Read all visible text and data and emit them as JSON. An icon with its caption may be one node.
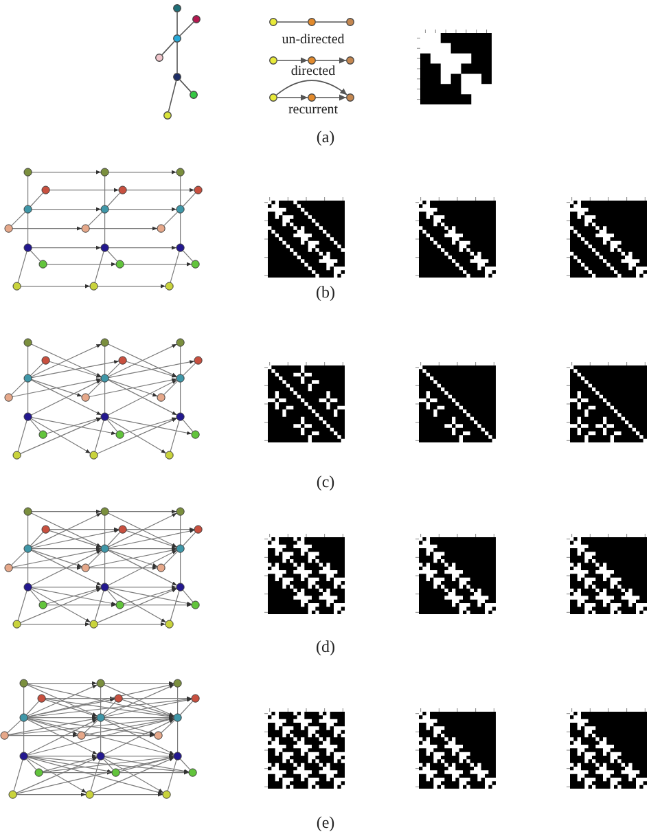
{
  "diagram": {
    "nodes": [
      {
        "text": [],
        "shape": "circle"
      },
      {
        "text": [],
        "shape": "circle"
      },
      {
        "text": [],
        "shape": "circle"
      },
      {
        "text": [],
        "shape": "circle"
      },
      {
        "text": [],
        "shape": "circle"
      },
      {
        "text": [],
        "shape": "circle"
      },
      {
        "text": [],
        "shape": "circle"
      },
      {
        "text": [],
        "shape": "circle"
      },
      {
        "text": [],
        "shape": "circle"
      },
      {
        "text": [],
        "shape": "circle"
      },
      {
        "text": [],
        "shape": "circle"
      },
      {
        "text": [],
        "shape": "circle"
      },
      {
        "text": [],
        "shape": "circle"
      },
      {
        "text": [],
        "shape": "circle"
      },
      {
        "text": [],
        "shape": "circle"
      },
      {
        "text": [],
        "shape": "circle"
      }
    ],
    "edges": [
      {
        "from": 0,
        "to": 2,
        "arrow": "none"
      },
      {
        "from": 2,
        "to": 1,
        "arrow": "none"
      },
      {
        "from": 2,
        "to": 3,
        "arrow": "none"
      },
      {
        "from": 2,
        "to": 4,
        "arrow": "none"
      },
      {
        "from": 4,
        "to": 5,
        "arrow": "none"
      },
      {
        "from": 4,
        "to": 6,
        "arrow": "none"
      },
      {
        "from": 7,
        "to": 8,
        "arrow": "none"
      },
      {
        "from": 8,
        "to": 9,
        "arrow": "none"
      },
      {
        "from": 10,
        "to": 11,
        "arrow": "to"
      },
      {
        "from": 11,
        "to": 12,
        "arrow": "to"
      },
      {
        "from": 13,
        "to": 14,
        "arrow": "to"
      },
      {
        "from": 14,
        "to": 15,
        "arrow": "to"
      },
      {
        "from": 13,
        "to": 15,
        "arrow": "to"
      }
    ],
    "labels": [
      "un-directed",
      "directed",
      "recurrent",
      "(a)",
      "(b)",
      "(c)",
      "(d)",
      "(e)"
    ]
  }
}
